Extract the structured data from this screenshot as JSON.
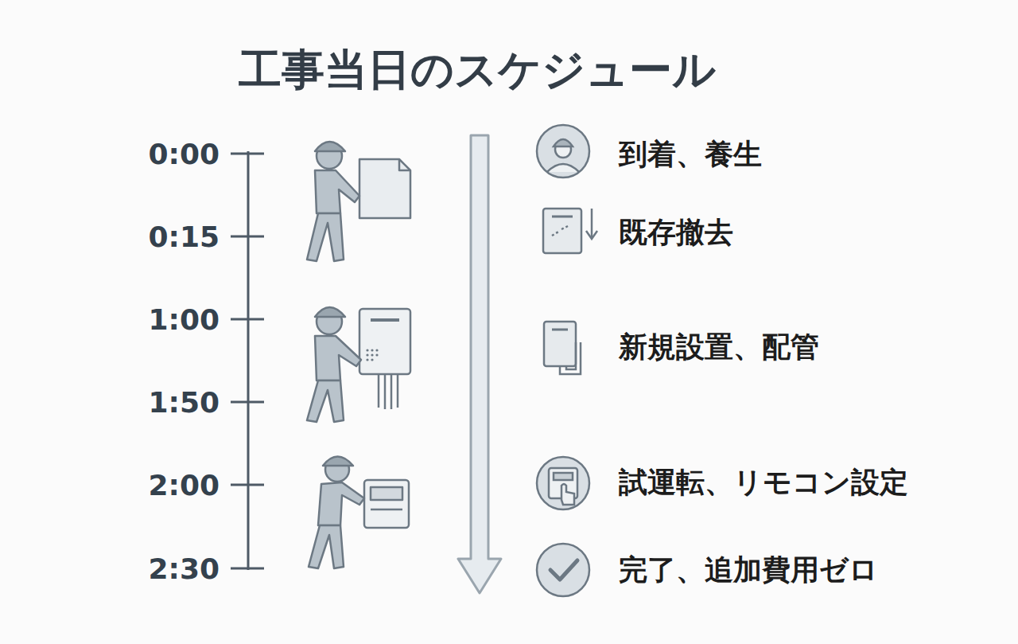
{
  "diagram": {
    "title": "工事当日のスケジュール",
    "labels": [
      "0:00",
      "0:15",
      "1:00",
      "1:50",
      "2:00",
      "2:30",
      "到着、養生",
      "既存撤去",
      "新規設置、配管",
      "試運転、リモコン設定",
      "完了、追加費用ゼロ"
    ]
  }
}
